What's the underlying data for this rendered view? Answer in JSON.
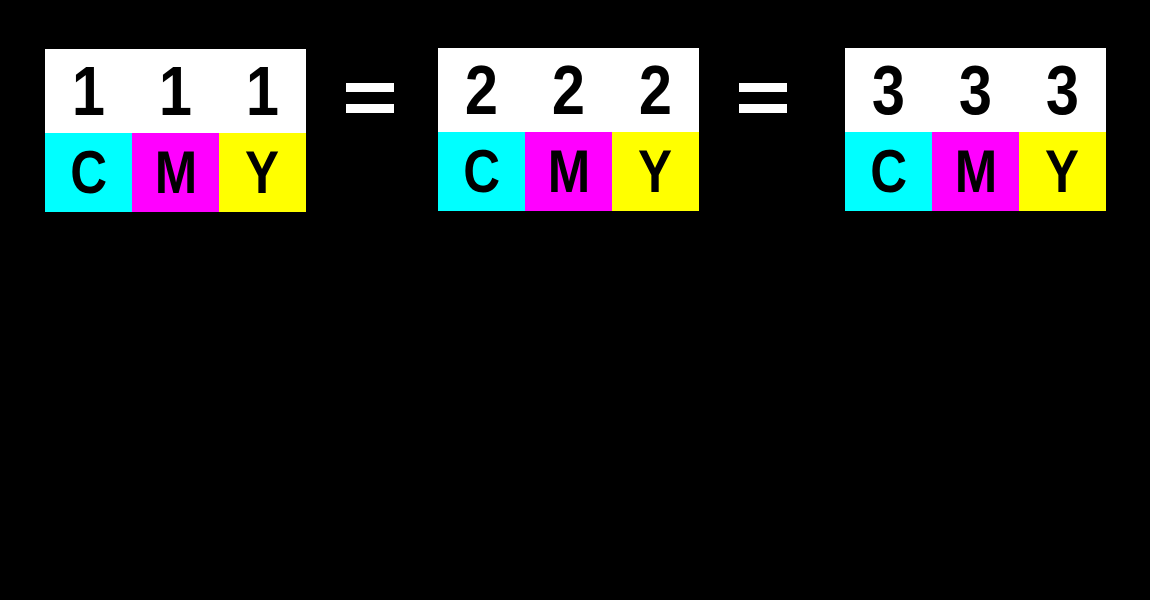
{
  "groups": [
    {
      "numbers": [
        "1",
        "1",
        "1"
      ],
      "channels": [
        "C",
        "M",
        "Y"
      ]
    },
    {
      "numbers": [
        "2",
        "2",
        "2"
      ],
      "channels": [
        "C",
        "M",
        "Y"
      ]
    },
    {
      "numbers": [
        "3",
        "3",
        "3"
      ],
      "channels": [
        "C",
        "M",
        "Y"
      ]
    }
  ],
  "colors": {
    "C": "#00ffff",
    "M": "#ff00ff",
    "Y": "#ffff00",
    "background": "#000000"
  },
  "operator": "equals"
}
